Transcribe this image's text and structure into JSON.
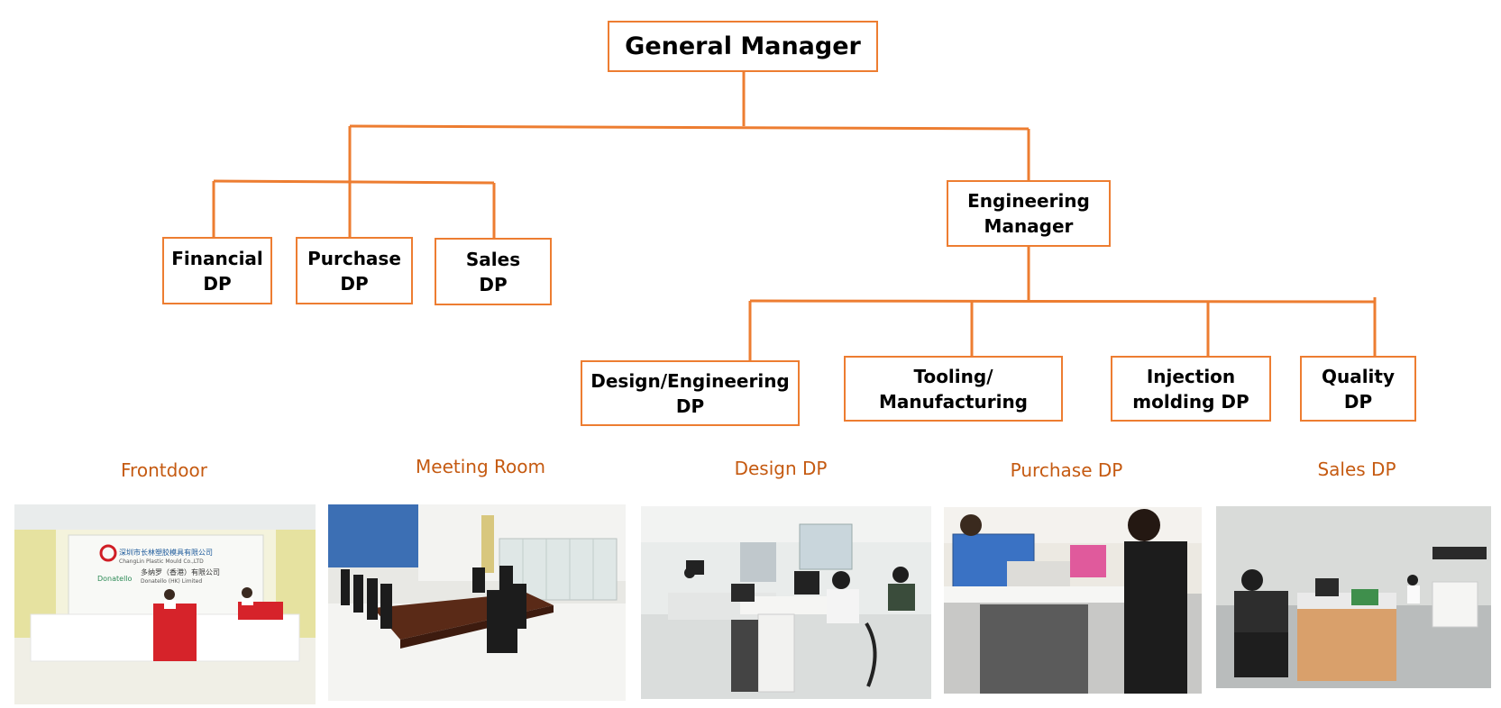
{
  "org_chart": {
    "general_manager": "General Manager",
    "engineering_manager": "Engineering\nManager",
    "admin_departments": [
      {
        "label": "Financial\nDP"
      },
      {
        "label": "Purchase\nDP"
      },
      {
        "label": "Sales\nDP"
      }
    ],
    "engineering_departments": [
      {
        "label": "Design/Engineering\nDP"
      },
      {
        "label": "Tooling/\nManufacturing"
      },
      {
        "label": "Injection\nmolding DP"
      },
      {
        "label": "Quality\nDP"
      }
    ]
  },
  "gallery": [
    {
      "caption": "Frontdoor"
    },
    {
      "caption": "Meeting Room"
    },
    {
      "caption": "Design DP"
    },
    {
      "caption": "Purchase DP"
    },
    {
      "caption": "Sales DP"
    }
  ],
  "signage": {
    "company_cn": "深圳市长林塑胶模具有限公司",
    "company_en": "ChangLin Plastic Mould Co.,LTD",
    "brand": "Donatello",
    "company2_cn": "多纳罗（香港）有限公司",
    "company2_en": "Donatello (HK) Limited"
  },
  "colors": {
    "line": "#ed7d31",
    "caption": "#c55a11"
  }
}
